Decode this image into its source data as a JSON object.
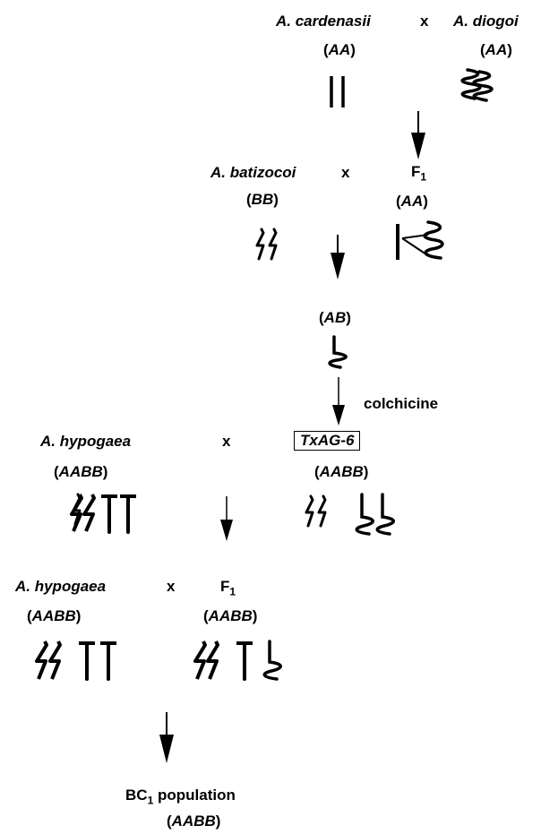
{
  "gen0": {
    "parent1": {
      "name": "A. cardenasii",
      "genome": "AA"
    },
    "cross": "x",
    "parent2": {
      "name": "A. diogoi",
      "genome": "AA"
    }
  },
  "gen1": {
    "parent1": {
      "name": "A. batizocoi",
      "genome": "BB"
    },
    "cross": "x",
    "hybrid": {
      "name": "F",
      "sub": "1",
      "genome": "AA"
    }
  },
  "gen2": {
    "hybrid": {
      "genome": "AB"
    }
  },
  "treatment": {
    "label": "colchicine"
  },
  "gen3": {
    "parent1": {
      "name": "A. hypogaea",
      "genome": "AABB"
    },
    "cross": "x",
    "amphidiploid": {
      "name": "TxAG-6",
      "genome": "AABB"
    }
  },
  "gen4": {
    "parent1": {
      "name": "A. hypogaea",
      "genome": "AABB"
    },
    "cross": "x",
    "hybrid": {
      "name": "F",
      "sub": "1",
      "genome": "AABB"
    }
  },
  "result": {
    "name_prefix": "BC",
    "sub": "1",
    "name_suffix": " population",
    "genome": "AABB"
  },
  "genome_paren_open": "(",
  "genome_paren_close": ")"
}
